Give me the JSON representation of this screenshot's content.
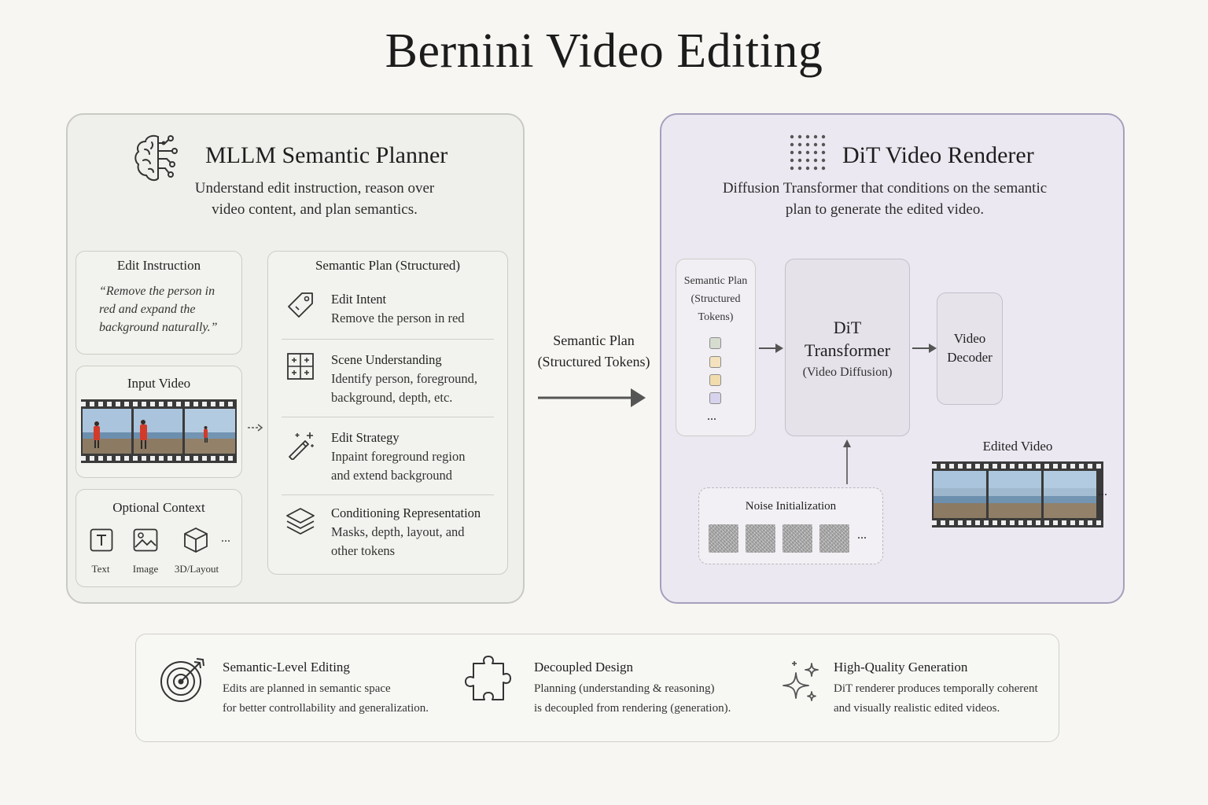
{
  "title": "Bernini Video Editing",
  "left_panel": {
    "title": "MLLM Semantic Planner",
    "subtitle_lines": [
      "Understand edit instruction, reason over",
      "video content, and plan semantics."
    ],
    "edit_instruction": {
      "title": "Edit Instruction",
      "quote_lines": [
        "“Remove the person in",
        "red and expand the",
        "background naturally.”"
      ]
    },
    "input_video": {
      "title": "Input Video"
    },
    "optional_context": {
      "title": "Optional Context",
      "items": [
        "Text",
        "Image",
        "3D/Layout"
      ],
      "more": "..."
    },
    "semantic_plan": {
      "title": "Semantic Plan (Structured)",
      "items": [
        {
          "title": "Edit Intent",
          "desc_lines": [
            "Remove the person in red"
          ]
        },
        {
          "title": "Scene Understanding",
          "desc_lines": [
            "Identify person, foreground,",
            "background, depth, etc."
          ]
        },
        {
          "title": "Edit Strategy",
          "desc_lines": [
            "Inpaint foreground region",
            "and extend background"
          ]
        },
        {
          "title": "Conditioning Representation",
          "desc_lines": [
            "Masks, depth, layout, and",
            "other tokens"
          ]
        }
      ]
    }
  },
  "middle_arrow": {
    "label_lines": [
      "Semantic Plan",
      "(Structured Tokens)"
    ]
  },
  "right_panel": {
    "title": "DiT Video Renderer",
    "subtitle_lines": [
      "Diffusion Transformer that conditions on the semantic",
      "plan to generate the edited video."
    ],
    "semantic_tokens": {
      "label_lines": [
        "Semantic Plan",
        "(Structured",
        "Tokens)"
      ],
      "more": "...",
      "token_colors": [
        "#d6dccf",
        "#f3e2bd",
        "#f1dcae",
        "#d8d3ec"
      ]
    },
    "dit": {
      "title_lines": [
        "DiT",
        "Transformer"
      ],
      "sub": "(Video Diffusion)"
    },
    "decoder": {
      "label_lines": [
        "Video",
        "Decoder"
      ]
    },
    "noise": {
      "title": "Noise Initialization",
      "more": "..."
    },
    "edited_video": {
      "title": "Edited Video",
      "more": "..."
    }
  },
  "features": [
    {
      "icon": "target-icon",
      "title": "Semantic-Level Editing",
      "desc_lines": [
        "Edits are planned in semantic space",
        "for better controllability and generalization."
      ]
    },
    {
      "icon": "puzzle-icon",
      "title": "Decoupled Design",
      "desc_lines": [
        "Planning (understanding & reasoning)",
        "is decoupled from rendering (generation)."
      ]
    },
    {
      "icon": "sparkle-icon",
      "title": "High-Quality Generation",
      "desc_lines": [
        "DiT renderer produces temporally coherent",
        "and visually realistic edited videos."
      ]
    }
  ],
  "colors": {
    "left_bg": "#eff0eb",
    "right_bg": "#ece8f1",
    "right_border": "#a79fbd",
    "person_red": "#d23a2a"
  }
}
